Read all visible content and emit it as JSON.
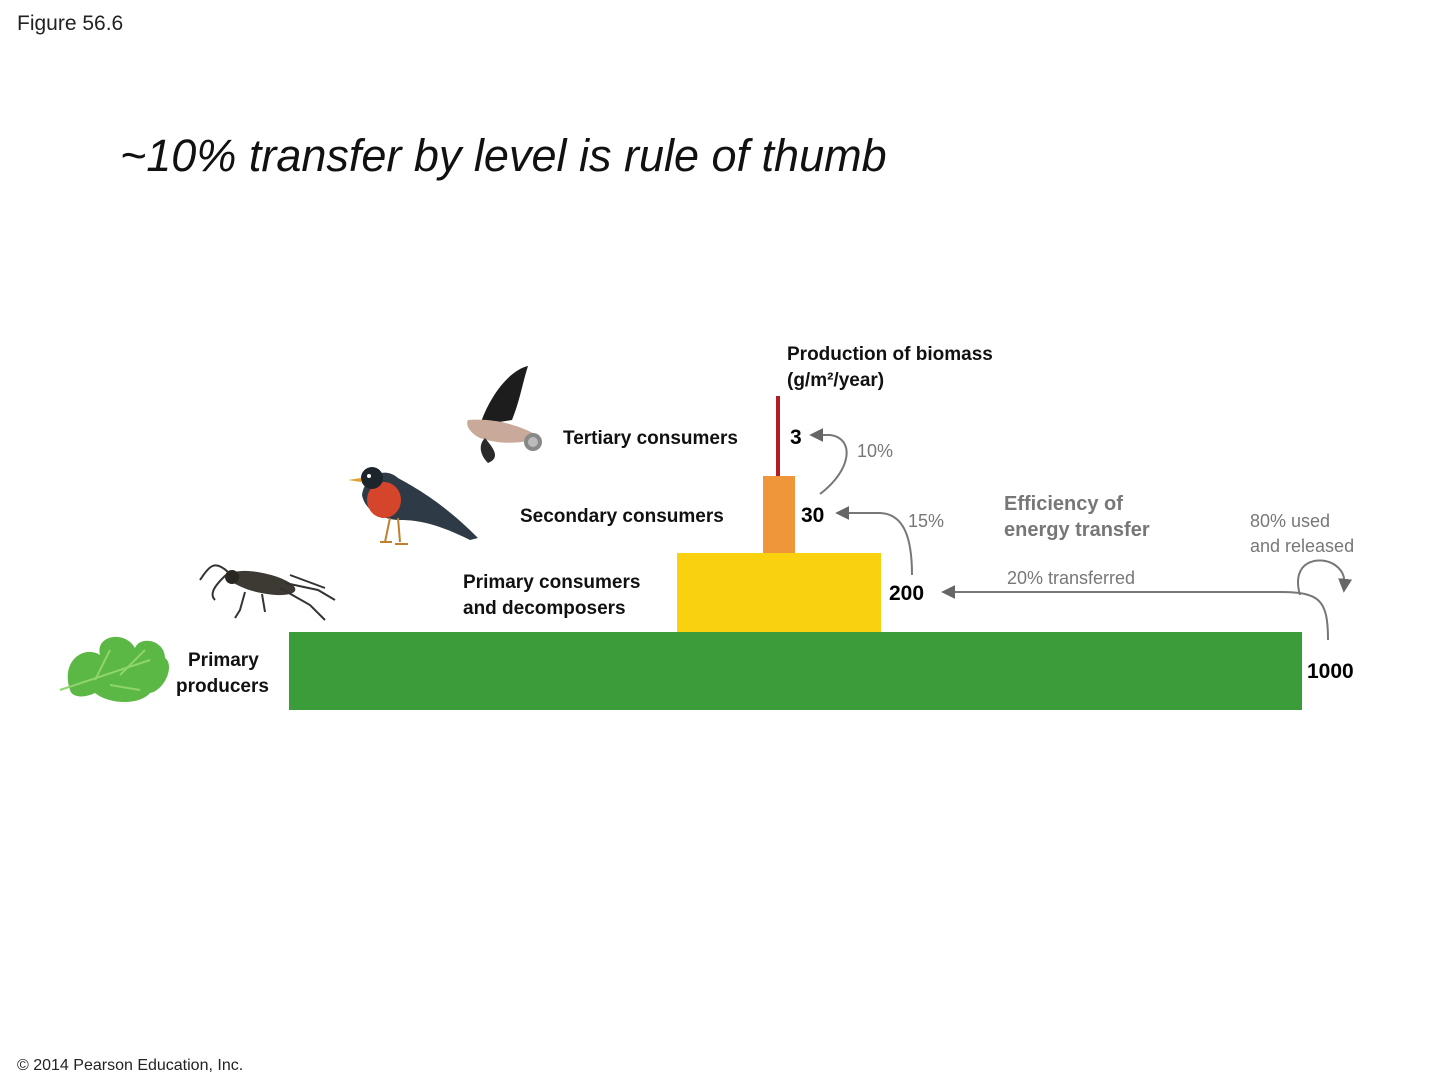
{
  "figure_label": "Figure 56.6",
  "headline": "~10% transfer by level is rule of thumb",
  "copyright": "© 2014 Pearson Education, Inc.",
  "axis_title_line1": "Production of biomass",
  "axis_title_line2": "(g/m²/year)",
  "efficiency_title_line1": "Efficiency of",
  "efficiency_title_line2": "energy transfer",
  "levels": [
    {
      "label_line1": "Primary",
      "label_line2": "producers",
      "value": "1000",
      "color": "#3a9d3a",
      "icon": "leaf-icon"
    },
    {
      "label_line1": "Primary consumers",
      "label_line2": "and decomposers",
      "value": "200",
      "color": "#f9d10f",
      "icon": "cricket-icon"
    },
    {
      "label_line1": "Secondary consumers",
      "label_line2": "",
      "value": "30",
      "color": "#f0963a",
      "icon": "robin-icon"
    },
    {
      "label_line1": "Tertiary consumers",
      "label_line2": "",
      "value": "3",
      "color": "#b01e23",
      "icon": "hawk-icon"
    }
  ],
  "transfers": {
    "producers_to_primary": "20% transferred",
    "primary_to_secondary": "15%",
    "secondary_to_tertiary": "10%",
    "used_line1": "80% used",
    "used_line2": "and released"
  }
}
